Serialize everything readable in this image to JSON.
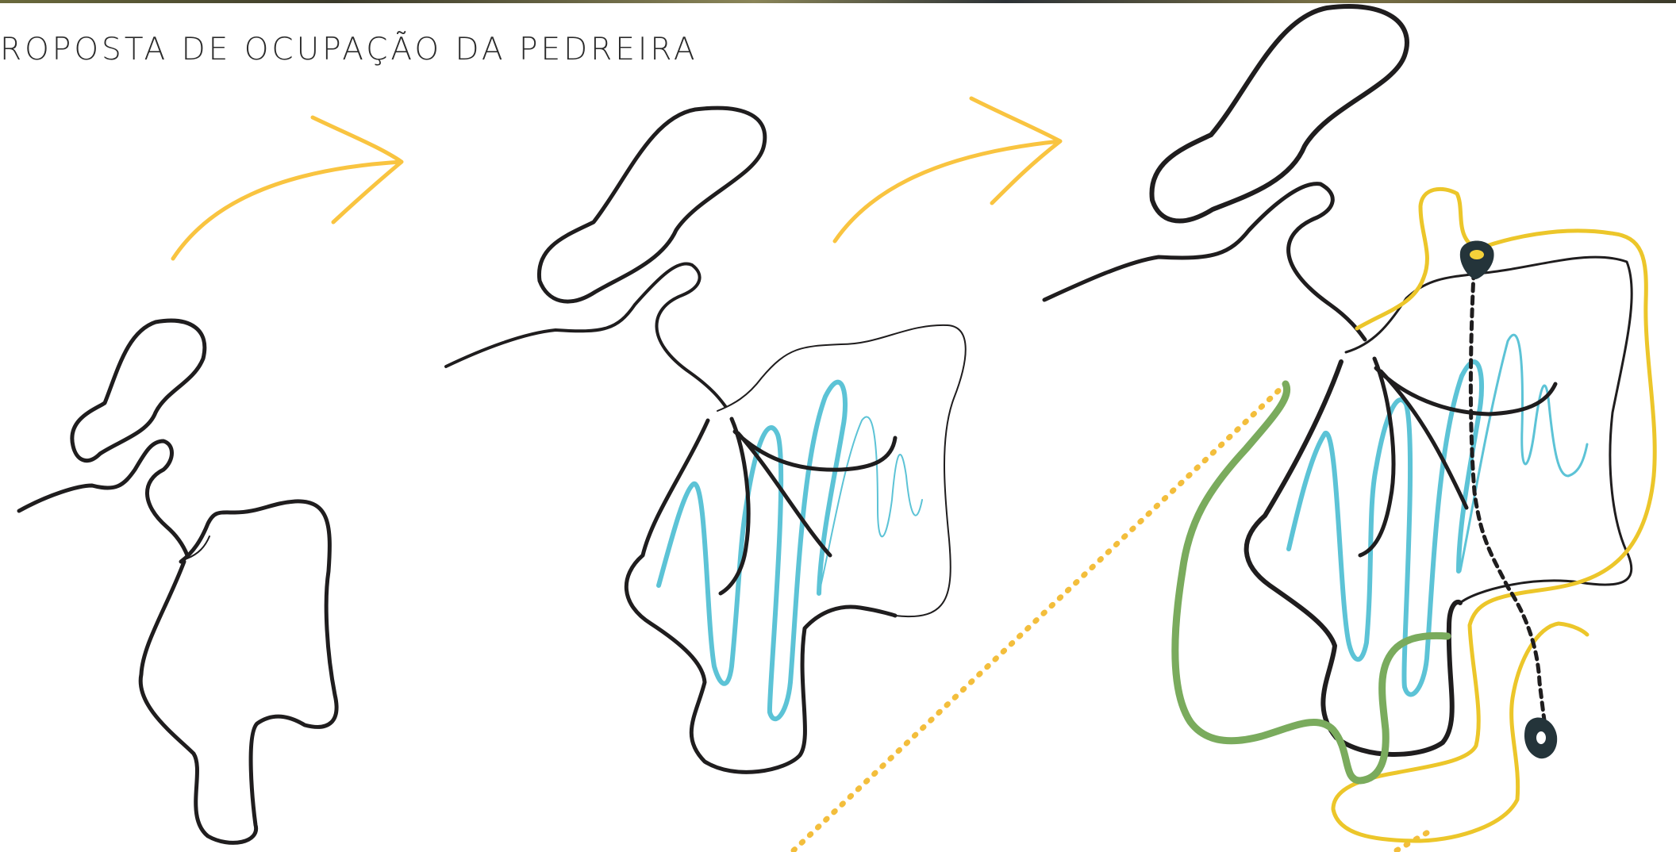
{
  "title": "ROPOSTA DE OCUPAÇÃO DA PEDREIRA",
  "colors": {
    "outline": "#1f1d1e",
    "water": "#5cc3d6",
    "arrow": "#f9c440",
    "path_yellow": "#ecc62a",
    "green": "#7aab5d",
    "marker": "#24343a",
    "dotted": "#f3be3c"
  },
  "stages": [
    {
      "name": "stage-1",
      "elements": [
        "site-outline"
      ]
    },
    {
      "name": "stage-2",
      "elements": [
        "site-outline",
        "water-scribble",
        "branch-lines"
      ]
    },
    {
      "name": "stage-3",
      "elements": [
        "site-outline",
        "water-scribble",
        "branch-lines",
        "yellow-path",
        "green-path",
        "dashed-route",
        "markers",
        "dotted-line"
      ]
    }
  ],
  "icons": [
    "arrow-right-icon",
    "location-marker-icon"
  ]
}
